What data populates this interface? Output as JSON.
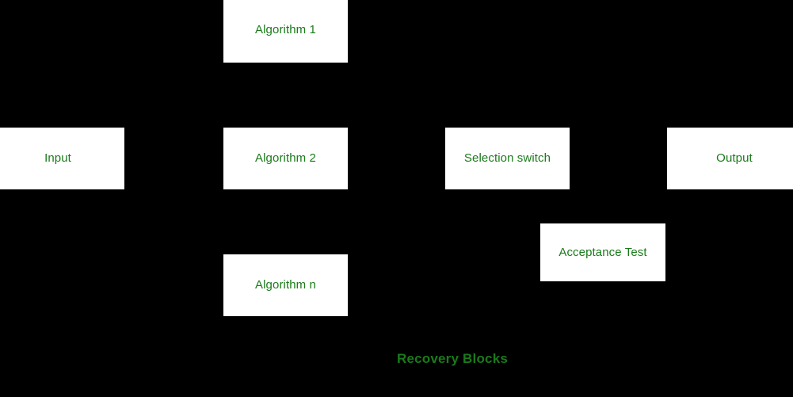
{
  "diagram": {
    "title": "Recovery Blocks",
    "background_color": "#000000",
    "node_fill_color": "#ffffff",
    "node_text_color": "#1a7a1a",
    "caption_color": "#1a7a1a",
    "connector_color": "#000000",
    "nodes": [
      {
        "id": "algorithm-1",
        "label": "Algorithm 1"
      },
      {
        "id": "input",
        "label": "Input"
      },
      {
        "id": "algorithm-2",
        "label": "Algorithm 2"
      },
      {
        "id": "selection-switch",
        "label": "Selection switch"
      },
      {
        "id": "output",
        "label": "Output"
      },
      {
        "id": "algorithm-n",
        "label": "Algorithm n"
      },
      {
        "id": "acceptance-test",
        "label": "Acceptance Test"
      }
    ],
    "caption": "Recovery Blocks"
  }
}
